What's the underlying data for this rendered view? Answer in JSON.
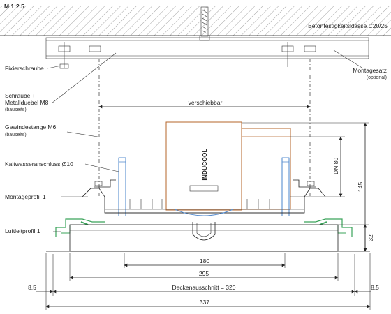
{
  "scale": "M 1:2.5",
  "labels": {
    "concrete_class": "Betonfestigkeitsklasse C20/25",
    "fixierschraube": "Fixierschraube",
    "montagesatz": "Montagesatz",
    "montagesatz_note": "(optional)",
    "schraube_line1": "Schraube +",
    "schraube_line2": "Metallduebel M8",
    "schraube_note": "(bauseits)",
    "gewindestange": "Gewindestange M6",
    "gewindestange_note": "(bauseits)",
    "kaltwasser": "Kaltwasseranschluss Ø10",
    "montageprofil": "Montageprofil 1",
    "luftleitprofil": "Luftleitprofil 1",
    "verschiebbar": "verschiebbar",
    "unit_name": "INDUCOOL",
    "dn": "DN 80"
  },
  "dimensions": {
    "d180": "180",
    "d295": "295",
    "d320": "Deckenausschnitt = 320",
    "d337": "337",
    "d8_5_left": "8.5",
    "d8_5_right": "8.5",
    "d32": "32",
    "d145": "145"
  },
  "colors": {
    "unit_outline": "#b5652a",
    "profile_green": "#3aa35a",
    "pipe_blue": "#5a8fd0",
    "hatch": "#555555",
    "line": "#222222"
  }
}
